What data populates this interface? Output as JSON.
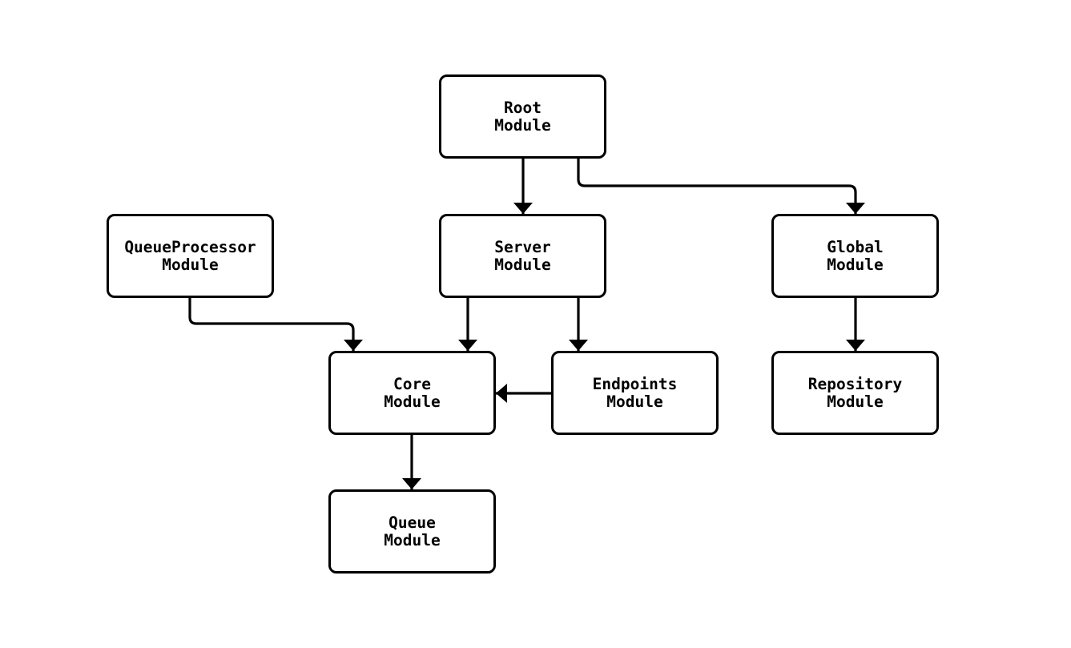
{
  "diagram": {
    "type": "dependency-graph",
    "colors": {
      "stroke": "#000000",
      "background": "#ffffff",
      "text": "#000000"
    },
    "nodes": [
      {
        "id": "root",
        "label": "Root\nModule"
      },
      {
        "id": "queueprocessor",
        "label": "QueueProcessor\nModule"
      },
      {
        "id": "server",
        "label": "Server\nModule"
      },
      {
        "id": "global",
        "label": "Global\nModule"
      },
      {
        "id": "core",
        "label": "Core\nModule"
      },
      {
        "id": "endpoints",
        "label": "Endpoints\nModule"
      },
      {
        "id": "repository",
        "label": "Repository\nModule"
      },
      {
        "id": "queue",
        "label": "Queue\nModule"
      }
    ],
    "edges": [
      {
        "from": "root",
        "to": "server"
      },
      {
        "from": "root",
        "to": "global"
      },
      {
        "from": "queueprocessor",
        "to": "core"
      },
      {
        "from": "server",
        "to": "core"
      },
      {
        "from": "server",
        "to": "endpoints"
      },
      {
        "from": "endpoints",
        "to": "core"
      },
      {
        "from": "global",
        "to": "repository"
      },
      {
        "from": "core",
        "to": "queue"
      }
    ]
  }
}
